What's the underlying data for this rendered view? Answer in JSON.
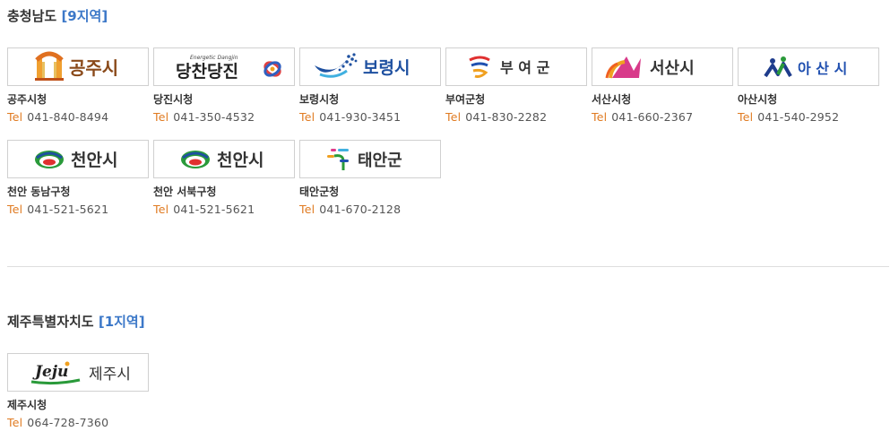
{
  "sections": [
    {
      "title": "충청남도",
      "count": "[9지역]",
      "items": [
        {
          "logo_text": "공주시",
          "logo_icon": "gongju-arch-icon",
          "name": "공주시청",
          "tel_label": "Tel",
          "tel": "041-840-8494"
        },
        {
          "logo_text": "당찬당진",
          "logo_sub": "Energetic Dangjin",
          "logo_icon": "dangjin-knot-icon",
          "name": "당진시청",
          "tel_label": "Tel",
          "tel": "041-350-4532"
        },
        {
          "logo_text": "보령시",
          "logo_icon": "boryeong-wave-icon",
          "name": "보령시청",
          "tel_label": "Tel",
          "tel": "041-930-3451"
        },
        {
          "logo_text": "부 여 군",
          "logo_icon": "buyeo-swirl-icon",
          "name": "부여군청",
          "tel_label": "Tel",
          "tel": "041-830-2282"
        },
        {
          "logo_text": "서산시",
          "logo_icon": "seosan-rays-icon",
          "name": "서산시청",
          "tel_label": "Tel",
          "tel": "041-660-2367"
        },
        {
          "logo_text": "아 산 시",
          "logo_icon": "asan-figures-icon",
          "name": "아산시청",
          "tel_label": "Tel",
          "tel": "041-540-2952"
        },
        {
          "logo_text": "천안시",
          "logo_icon": "cheonan-emblem-icon",
          "name": "천안 동남구청",
          "tel_label": "Tel",
          "tel": "041-521-5621"
        },
        {
          "logo_text": "천안시",
          "logo_icon": "cheonan-emblem-icon",
          "name": "천안 서북구청",
          "tel_label": "Tel",
          "tel": "041-521-5621"
        },
        {
          "logo_text": "태안군",
          "logo_icon": "taean-sprout-icon",
          "name": "태안군청",
          "tel_label": "Tel",
          "tel": "041-670-2128"
        }
      ]
    },
    {
      "title": "제주특별자치도",
      "count": "[1지역]",
      "items": [
        {
          "logo_text": "제주시",
          "logo_word": "Jeju",
          "logo_icon": "jeju-script-icon",
          "name": "제주시청",
          "tel_label": "Tel",
          "tel": "064-728-7360"
        }
      ]
    }
  ],
  "colors": {
    "accent": "#3c78c8",
    "tel": "#e07b22",
    "border": "#d0d0d0"
  }
}
